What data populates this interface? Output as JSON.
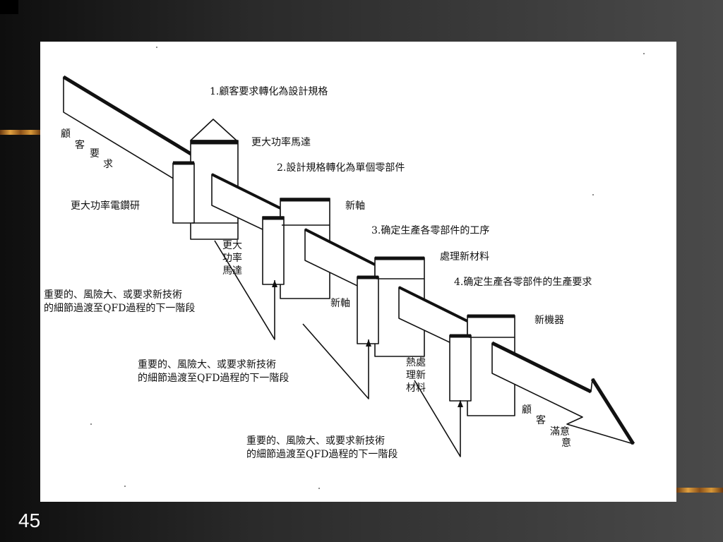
{
  "steps": [
    "1.顧客要求轉化為設計規格",
    "2.設計規格轉化為單個零部件",
    "3.确定生產各零部件的工序",
    "4.确定生產各零部件的生產要求"
  ],
  "labels": {
    "more_power_drill": "更大功率電鑽研",
    "more_power_motor": "更大功率馬達",
    "motor_vertical": "更大\n功率\n馬達",
    "new_shaft_1": "新軸",
    "new_shaft_2": "新軸",
    "process_new_material": "處理新材料",
    "heat_treat": "熱處\n理新\n材料",
    "new_machine": "新機器",
    "customer_need": [
      "顧",
      "客",
      "要",
      "求"
    ],
    "customer_satisfaction": [
      "顧",
      "客",
      "滿意",
      "意"
    ]
  },
  "notes": [
    "重要的、風險大、或要求新技術\n的細節過渡至QFD過程的下一階段",
    "重要的、風險大、或要求新技術\n的細節過渡至QFD過程的下一階段",
    "重要的、風險大、或要求新技術\n的細節過渡至QFD過程的下一階段"
  ],
  "slide_number": "45"
}
